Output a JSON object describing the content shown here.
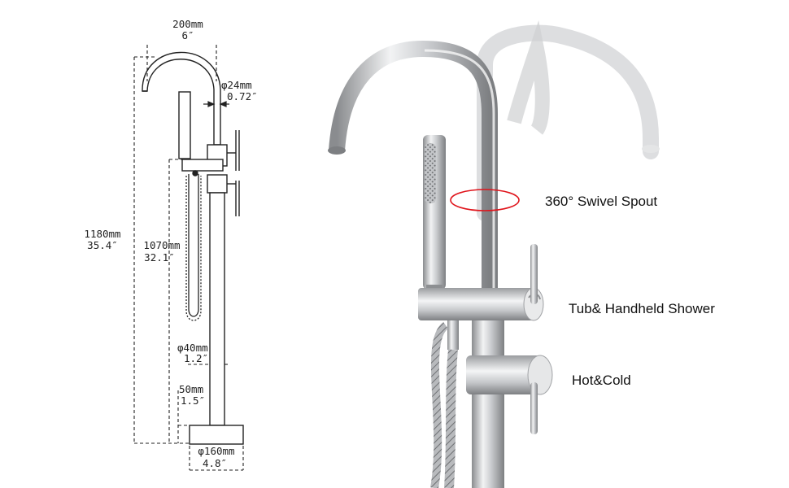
{
  "colors": {
    "accent": "#e0141b",
    "line": "#222222",
    "chrome_dark": "#8a8c8f",
    "chrome_light": "#f2f3f4"
  },
  "dimensions": {
    "spout_reach": {
      "mm": "200mm",
      "in": "6″"
    },
    "spout_diameter": {
      "mm": "φ24mm",
      "in": "0.72″"
    },
    "total_height": {
      "mm": "1180mm",
      "in": "35.4″"
    },
    "handle_height": {
      "mm": "1070mm",
      "in": "32.1″"
    },
    "pipe_diameter": {
      "mm": "φ40mm",
      "in": "1.2″"
    },
    "base_height": {
      "mm": "50mm",
      "in": "1.5″"
    },
    "base_diameter": {
      "mm": "φ160mm",
      "in": "4.8″"
    }
  },
  "features": {
    "swivel": "360° Swivel Spout",
    "diverter": "Tub& Handheld Shower",
    "mixer": "Hot&Cold"
  }
}
